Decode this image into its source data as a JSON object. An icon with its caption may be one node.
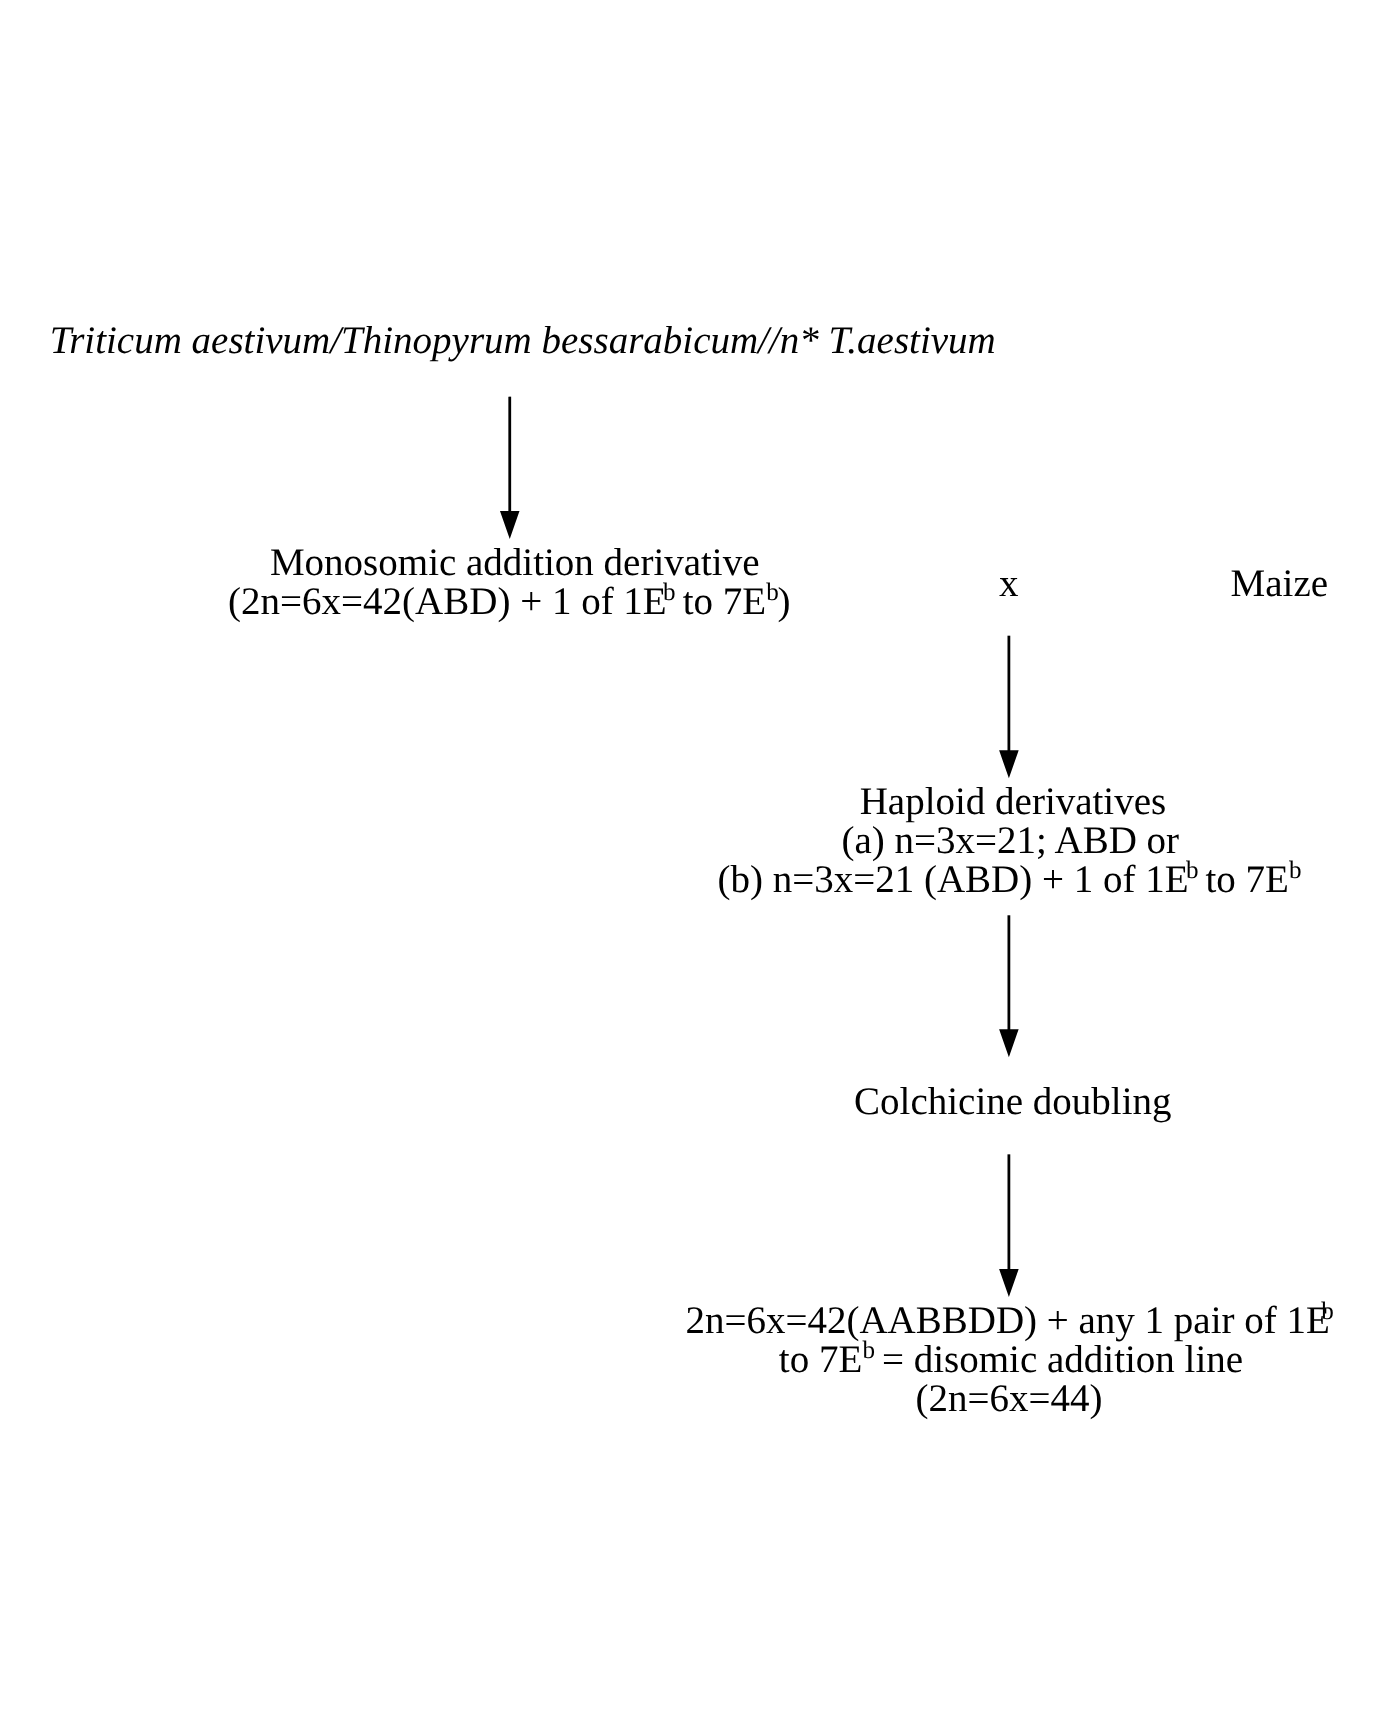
{
  "diagram": {
    "nodes": [
      {
        "text": [
          "Triticum aestivum/Thinopyrum bessarabicum//n* T.aestivum"
        ]
      },
      {
        "text": [
          "Monosomic addition derivative",
          "(2n=6x=42(ABD) + 1 of 1E$^{b}$ to 7E$^{b}$)"
        ]
      },
      {
        "text": [
          "x"
        ]
      },
      {
        "text": [
          "Maize"
        ]
      },
      {
        "text": [
          "Haploid derivatives",
          "(a) n=3x=21; ABD or",
          "(b) n=3x=21 (ABD) + 1 of 1E$^{b}$ to 7E$^{b}$"
        ]
      },
      {
        "text": [
          "Colchicine doubling"
        ]
      },
      {
        "text": [
          "2n=6x=42(AABBDD) + any 1 pair of 1E$^{b}$ to 7E$^{b}$ = disomic addition line (2n=6x=44)"
        ]
      }
    ],
    "edges": [
      {
        "from": 0,
        "to": 1,
        "arrow": "to"
      },
      {
        "from": 2,
        "to": 4,
        "arrow": "to"
      },
      {
        "from": 4,
        "to": 5,
        "arrow": "to"
      },
      {
        "from": 5,
        "to": 6,
        "arrow": "to"
      }
    ]
  }
}
